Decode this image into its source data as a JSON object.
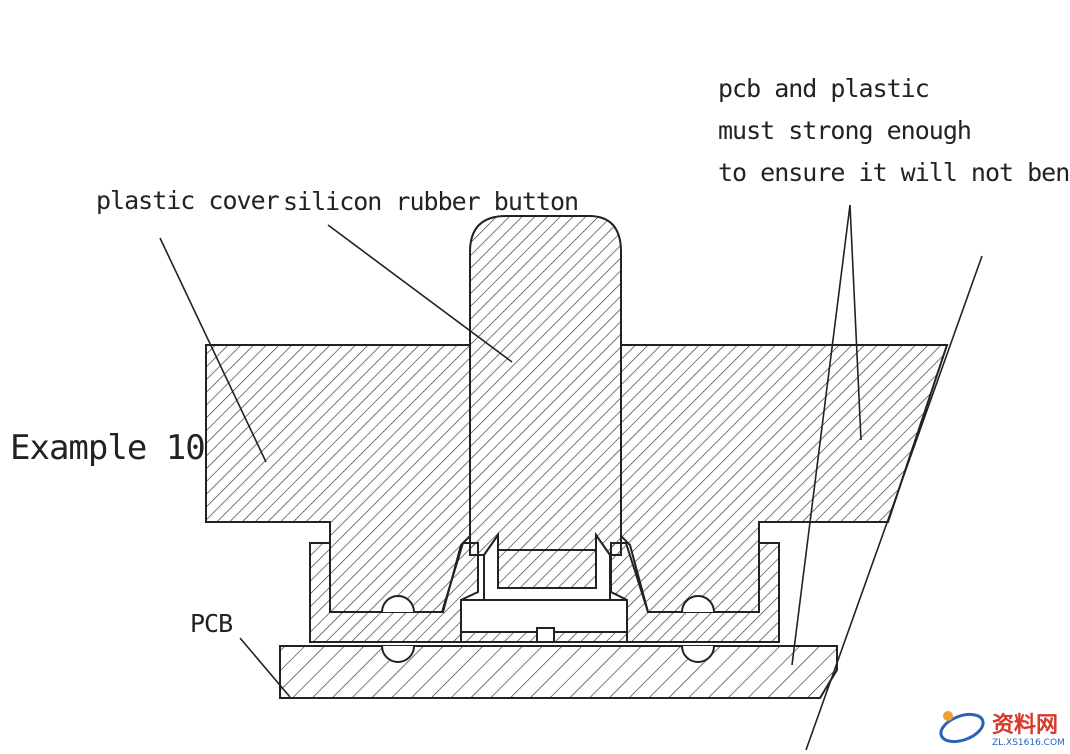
{
  "labels": {
    "example": "Example 10",
    "plastic_cover": "plastic cover",
    "silicon_button": "silicon rubber button",
    "pcb": "PCB",
    "note_line1": "pcb and plastic",
    "note_line2": "must strong enough",
    "note_line3": "to ensure it will not bend"
  },
  "watermark": {
    "text_cn": "资料网",
    "url": "ZL.XS1616.COM"
  },
  "colors": {
    "ink": "#222222",
    "background": "#ffffff",
    "watermark_blue": "#2a62b8",
    "watermark_red": "#d63a2a",
    "watermark_orange": "#f0a030"
  }
}
